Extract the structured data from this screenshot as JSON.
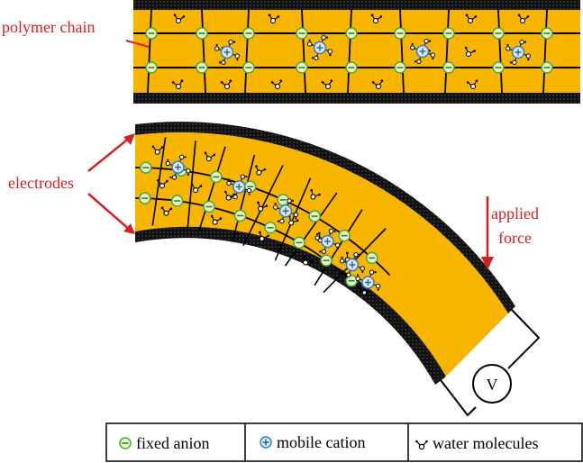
{
  "labels": {
    "polymer_chain": "polymer chain",
    "electrodes": "electrodes",
    "applied": "applied",
    "force": "force",
    "voltmeter": "V"
  },
  "legend": {
    "fixed_anion": "fixed anion",
    "mobile_cation": "mobile cation",
    "water_molecules": "water molecules"
  },
  "colors": {
    "polymer": "#f7b500",
    "electrode": "#111111",
    "label_red": "#d42020",
    "anion_ring": "#4aa84a",
    "anion_fill": "#e8f4c0",
    "cation_ring": "#3a7fc0",
    "cation_fill": "#dbe9f6"
  }
}
